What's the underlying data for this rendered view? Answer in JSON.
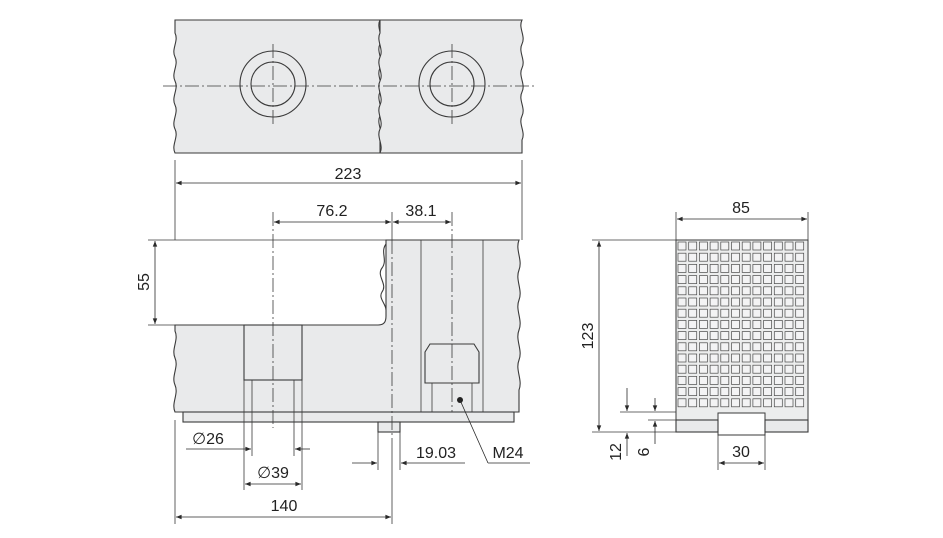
{
  "drawing": {
    "top_view": {},
    "front_view": {},
    "side_view": {}
  },
  "dimensions": {
    "overall_length": "223",
    "offset_76": "76.2",
    "offset_38": "38.1",
    "height_55": "55",
    "dia_26": "26",
    "dia_39": "39",
    "length_140": "140",
    "offset_19": "19.03",
    "thread": "M24",
    "width_85": "85",
    "height_123": "123",
    "dim_12": "12",
    "dim_6": "6",
    "key_30": "30"
  },
  "symbols": {
    "diameter": "∅"
  }
}
